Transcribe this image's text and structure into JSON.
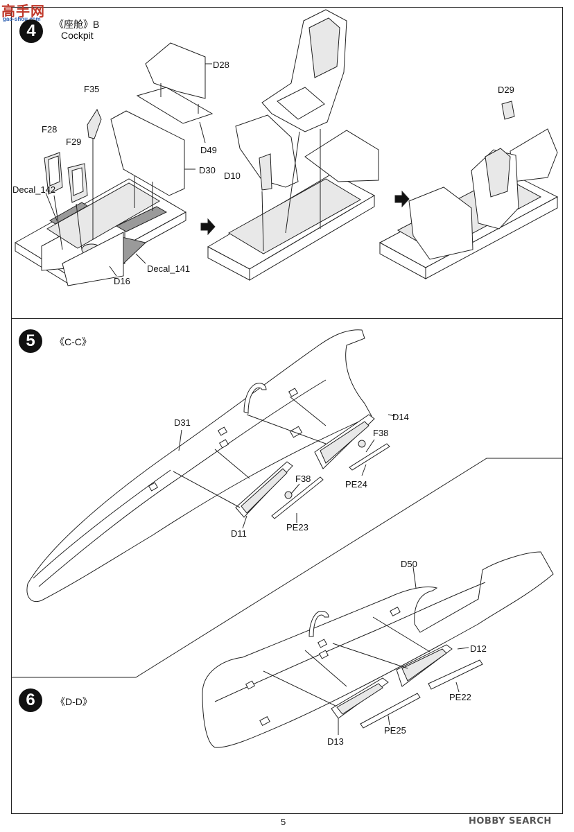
{
  "watermark": {
    "logo_text": "高手网",
    "url_text": "gao-shou.com"
  },
  "steps": {
    "s4": {
      "number": "4",
      "title_cn": "《座舱》B",
      "title_en": "Cockpit"
    },
    "s5": {
      "number": "5",
      "title": "《C-C》"
    },
    "s6": {
      "number": "6",
      "title": "《D-D》"
    }
  },
  "labels": {
    "d28": "D28",
    "f35": "F35",
    "f28": "F28",
    "f29": "F29",
    "d49": "D49",
    "d30": "D30",
    "decal142": "Decal_142",
    "decal141": "Decal_141",
    "d16": "D16",
    "d10": "D10",
    "d29": "D29",
    "d31": "D31",
    "d14": "D14",
    "f38a": "F38",
    "pe24": "PE24",
    "f38b": "F38",
    "pe23": "PE23",
    "d11": "D11",
    "d50": "D50",
    "d12": "D12",
    "pe22": "PE22",
    "pe25": "PE25",
    "d13": "D13"
  },
  "footer": {
    "page_number": "5",
    "brand": "HOBBY SEARCH"
  }
}
